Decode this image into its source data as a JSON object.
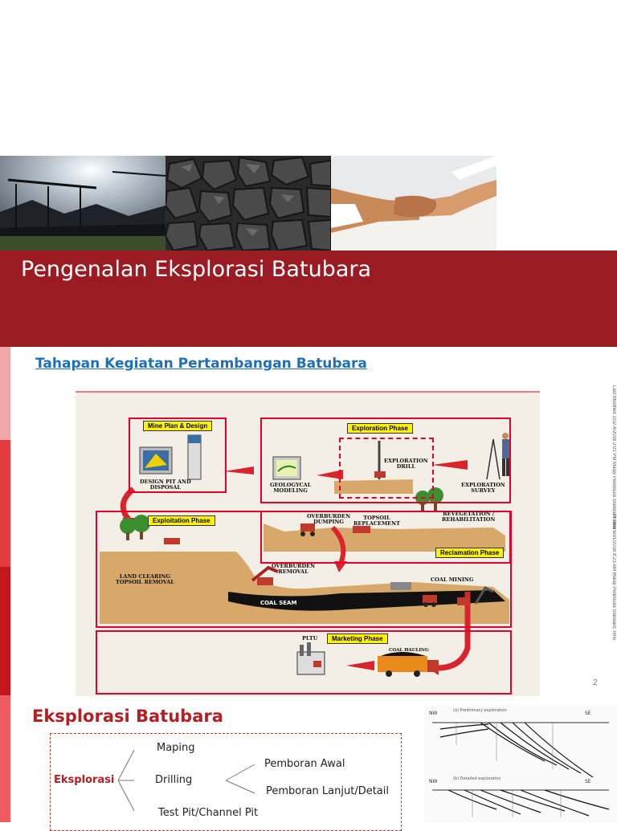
{
  "slide": {
    "title": "Pengenalan Eksplorasi Batubara",
    "subtitle": "Tahapan Kegiatan Pertambangan Batubara",
    "page_number": "2",
    "side_text_1": "Last Modified 1/02-4/2016 2:01 PM Malay Peninsula Standard Time",
    "side_text_2": "Printed 6/01/2016 8:23 AM Malay Peninsula Standard Time"
  },
  "photos": [
    {
      "name": "mining-site-photo"
    },
    {
      "name": "coal-lumps-photo"
    },
    {
      "name": "handshake-photo"
    }
  ],
  "diagram": {
    "phases": {
      "mine_plan": "Mine Plan & Design",
      "exploration": "Exploration Phase",
      "exploitation": "Exploitation Phase",
      "reclamation": "Reclamation Phase",
      "marketing": "Marketing Phase"
    },
    "labels": {
      "design_pit": "DESIGN PIT AND\nDISPOSAL",
      "geo_modeling": "GEOLOGYCAL\nMODELING",
      "exploration_drill": "EXPLORATION\nDRILL",
      "exploration_survey": "EXPLORATION\nSURVEY",
      "overburden_dumping": "OVERBURDEN\nDUMPING",
      "topsoil_replacement": "TOPSOIL\nREPLACEMENT",
      "revegetation": "REVEGETATION /\nREHABILITATION",
      "land_clearing": "LAND CLEARING\nTOPSOIL REMOVAL",
      "overburden_removal": "OVERBURDEN\nREMOVAL",
      "coal_mining": "COAL MINING",
      "coal_seam": "COAL SEAM",
      "pltu": "PLTU",
      "coal_hauling": "COAL HAULING"
    }
  },
  "exploration_tree": {
    "title": "Eksplorasi Batubara",
    "root": "Eksplorasi",
    "children": [
      "Maping",
      "Drilling",
      "Test Pit/Channel Pit"
    ],
    "drilling_children": [
      "Pemboran Awal",
      "Pemboran Lanjut/Detail"
    ]
  },
  "cross_section": {
    "left_label": "NW",
    "right_label": "SE",
    "top_caption": "(a) Preliminary exploration",
    "bottom_caption": "(b) Detailed exploration"
  },
  "colors": {
    "banner": "#9a1b22",
    "accent_red": "#e4002b",
    "phase_tag": "#fff200",
    "subtitle_blue": "#1f6fb7"
  }
}
